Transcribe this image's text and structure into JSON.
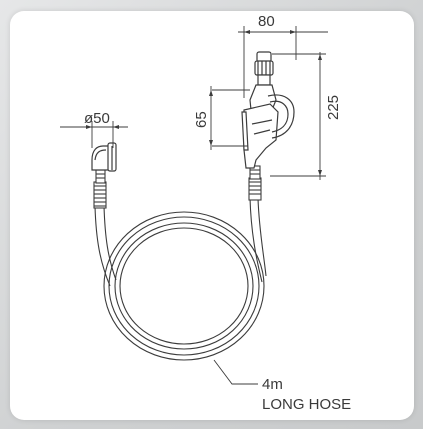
{
  "dimensions": {
    "width_label": "80",
    "height_label": "225",
    "nozzle_label": "65",
    "diameter_label": "ø50"
  },
  "callout": {
    "length": "4m",
    "description": "LONG HOSE"
  },
  "colors": {
    "line": "#3c3c3c",
    "card": "#ffffff",
    "background": "#d4d6d7"
  }
}
